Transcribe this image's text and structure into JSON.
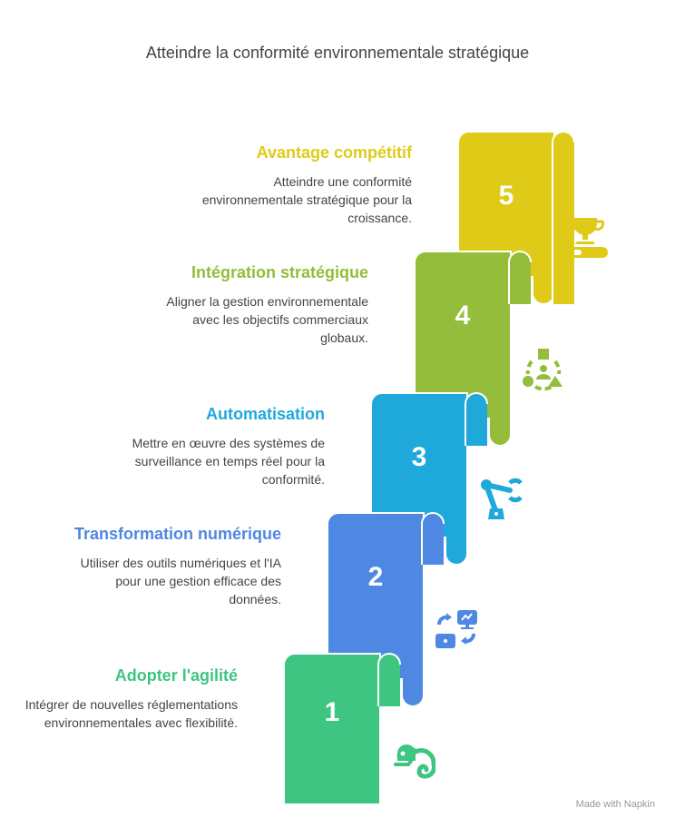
{
  "title": "Atteindre la conformité environnementale stratégique",
  "steps": [
    {
      "number": "1",
      "title": "Adopter l'agilité",
      "description": "Intégrer de nouvelles réglementations environnementales avec flexibilité.",
      "color": "#3DC581",
      "icon": "chameleon-icon"
    },
    {
      "number": "2",
      "title": "Transformation numérique",
      "description": "Utiliser des outils numériques et l'IA pour une gestion efficace des données.",
      "color": "#4F88E3",
      "icon": "digital-transformation-icon"
    },
    {
      "number": "3",
      "title": "Automatisation",
      "description": "Mettre en œuvre des systèmes de surveillance en temps réel pour la conformité.",
      "color": "#1FA9DB",
      "icon": "robot-arm-icon"
    },
    {
      "number": "4",
      "title": "Intégration stratégique",
      "description": "Aligner la gestion environnementale avec les objectifs commerciaux globaux.",
      "color": "#93BD3A",
      "icon": "integration-icon"
    },
    {
      "number": "5",
      "title": "Avantage compétitif",
      "description": "Atteindre une conformité environnementale stratégique pour la croissance.",
      "color": "#DFCB17",
      "icon": "trophy-icon"
    }
  ],
  "footer": "Made with Napkin"
}
